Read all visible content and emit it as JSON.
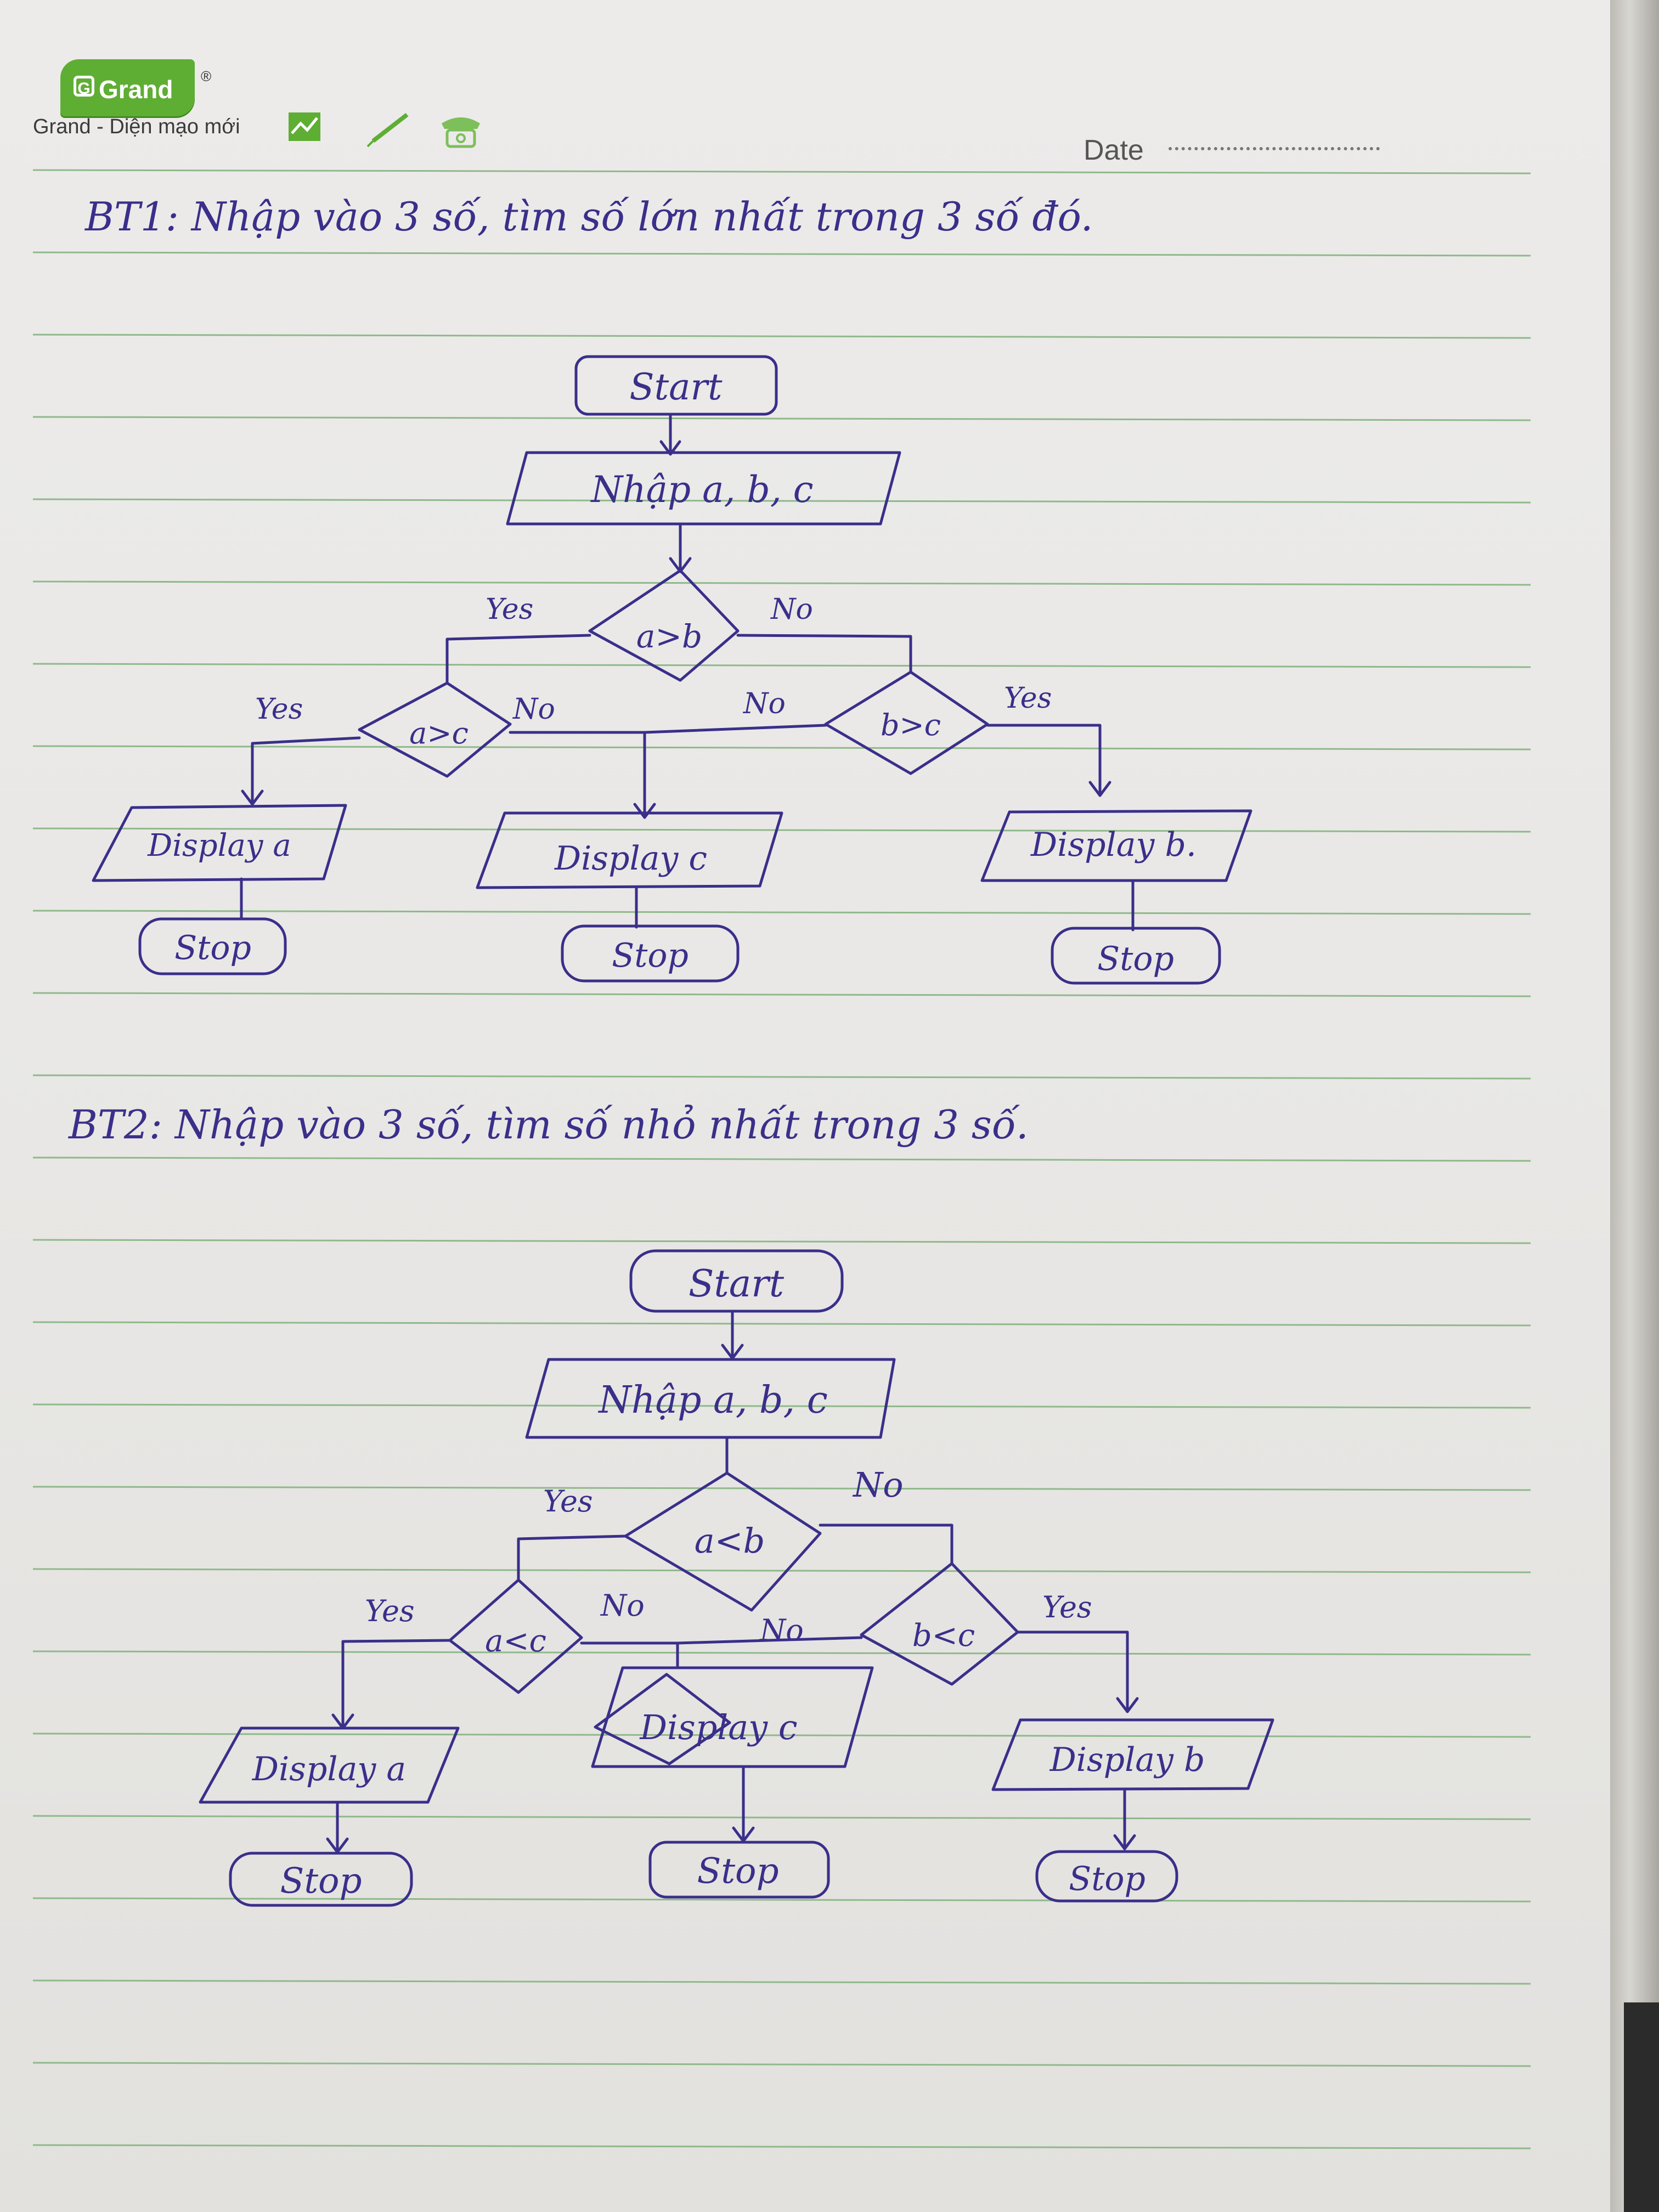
{
  "notebook": {
    "brand": "Grand",
    "tagline": "Grand - Diện mạo mới",
    "date_label": "Date",
    "icons": [
      "chart-icon",
      "pen-icon",
      "phone-icon"
    ]
  },
  "exercises": [
    {
      "title": "BT1: Nhập vào 3 số, tìm số lớn nhất trong 3 số đó.",
      "start": "Start",
      "input": "Nhập a, b, c",
      "cond1": "a>b",
      "cond2": "a>c",
      "cond3": "b>c",
      "out_a": "Display a",
      "out_c": "Display c",
      "out_b": "Display b.",
      "stop": "Stop",
      "yes": "Yes",
      "no": "No"
    },
    {
      "title": "BT2: Nhập vào 3 số, tìm số nhỏ nhất trong 3 số.",
      "start": "Start",
      "input": "Nhập a, b, c",
      "cond1": "a<b",
      "cond2": "a<c",
      "cond3": "b<c",
      "out_a": "Display a",
      "out_c": "Display c",
      "out_b": "Display b",
      "stop": "Stop",
      "yes": "Yes",
      "no": "No"
    }
  ],
  "colors": {
    "ink": "#3a2f8a",
    "rule": "#8fb98a",
    "brand": "#5fae34"
  }
}
